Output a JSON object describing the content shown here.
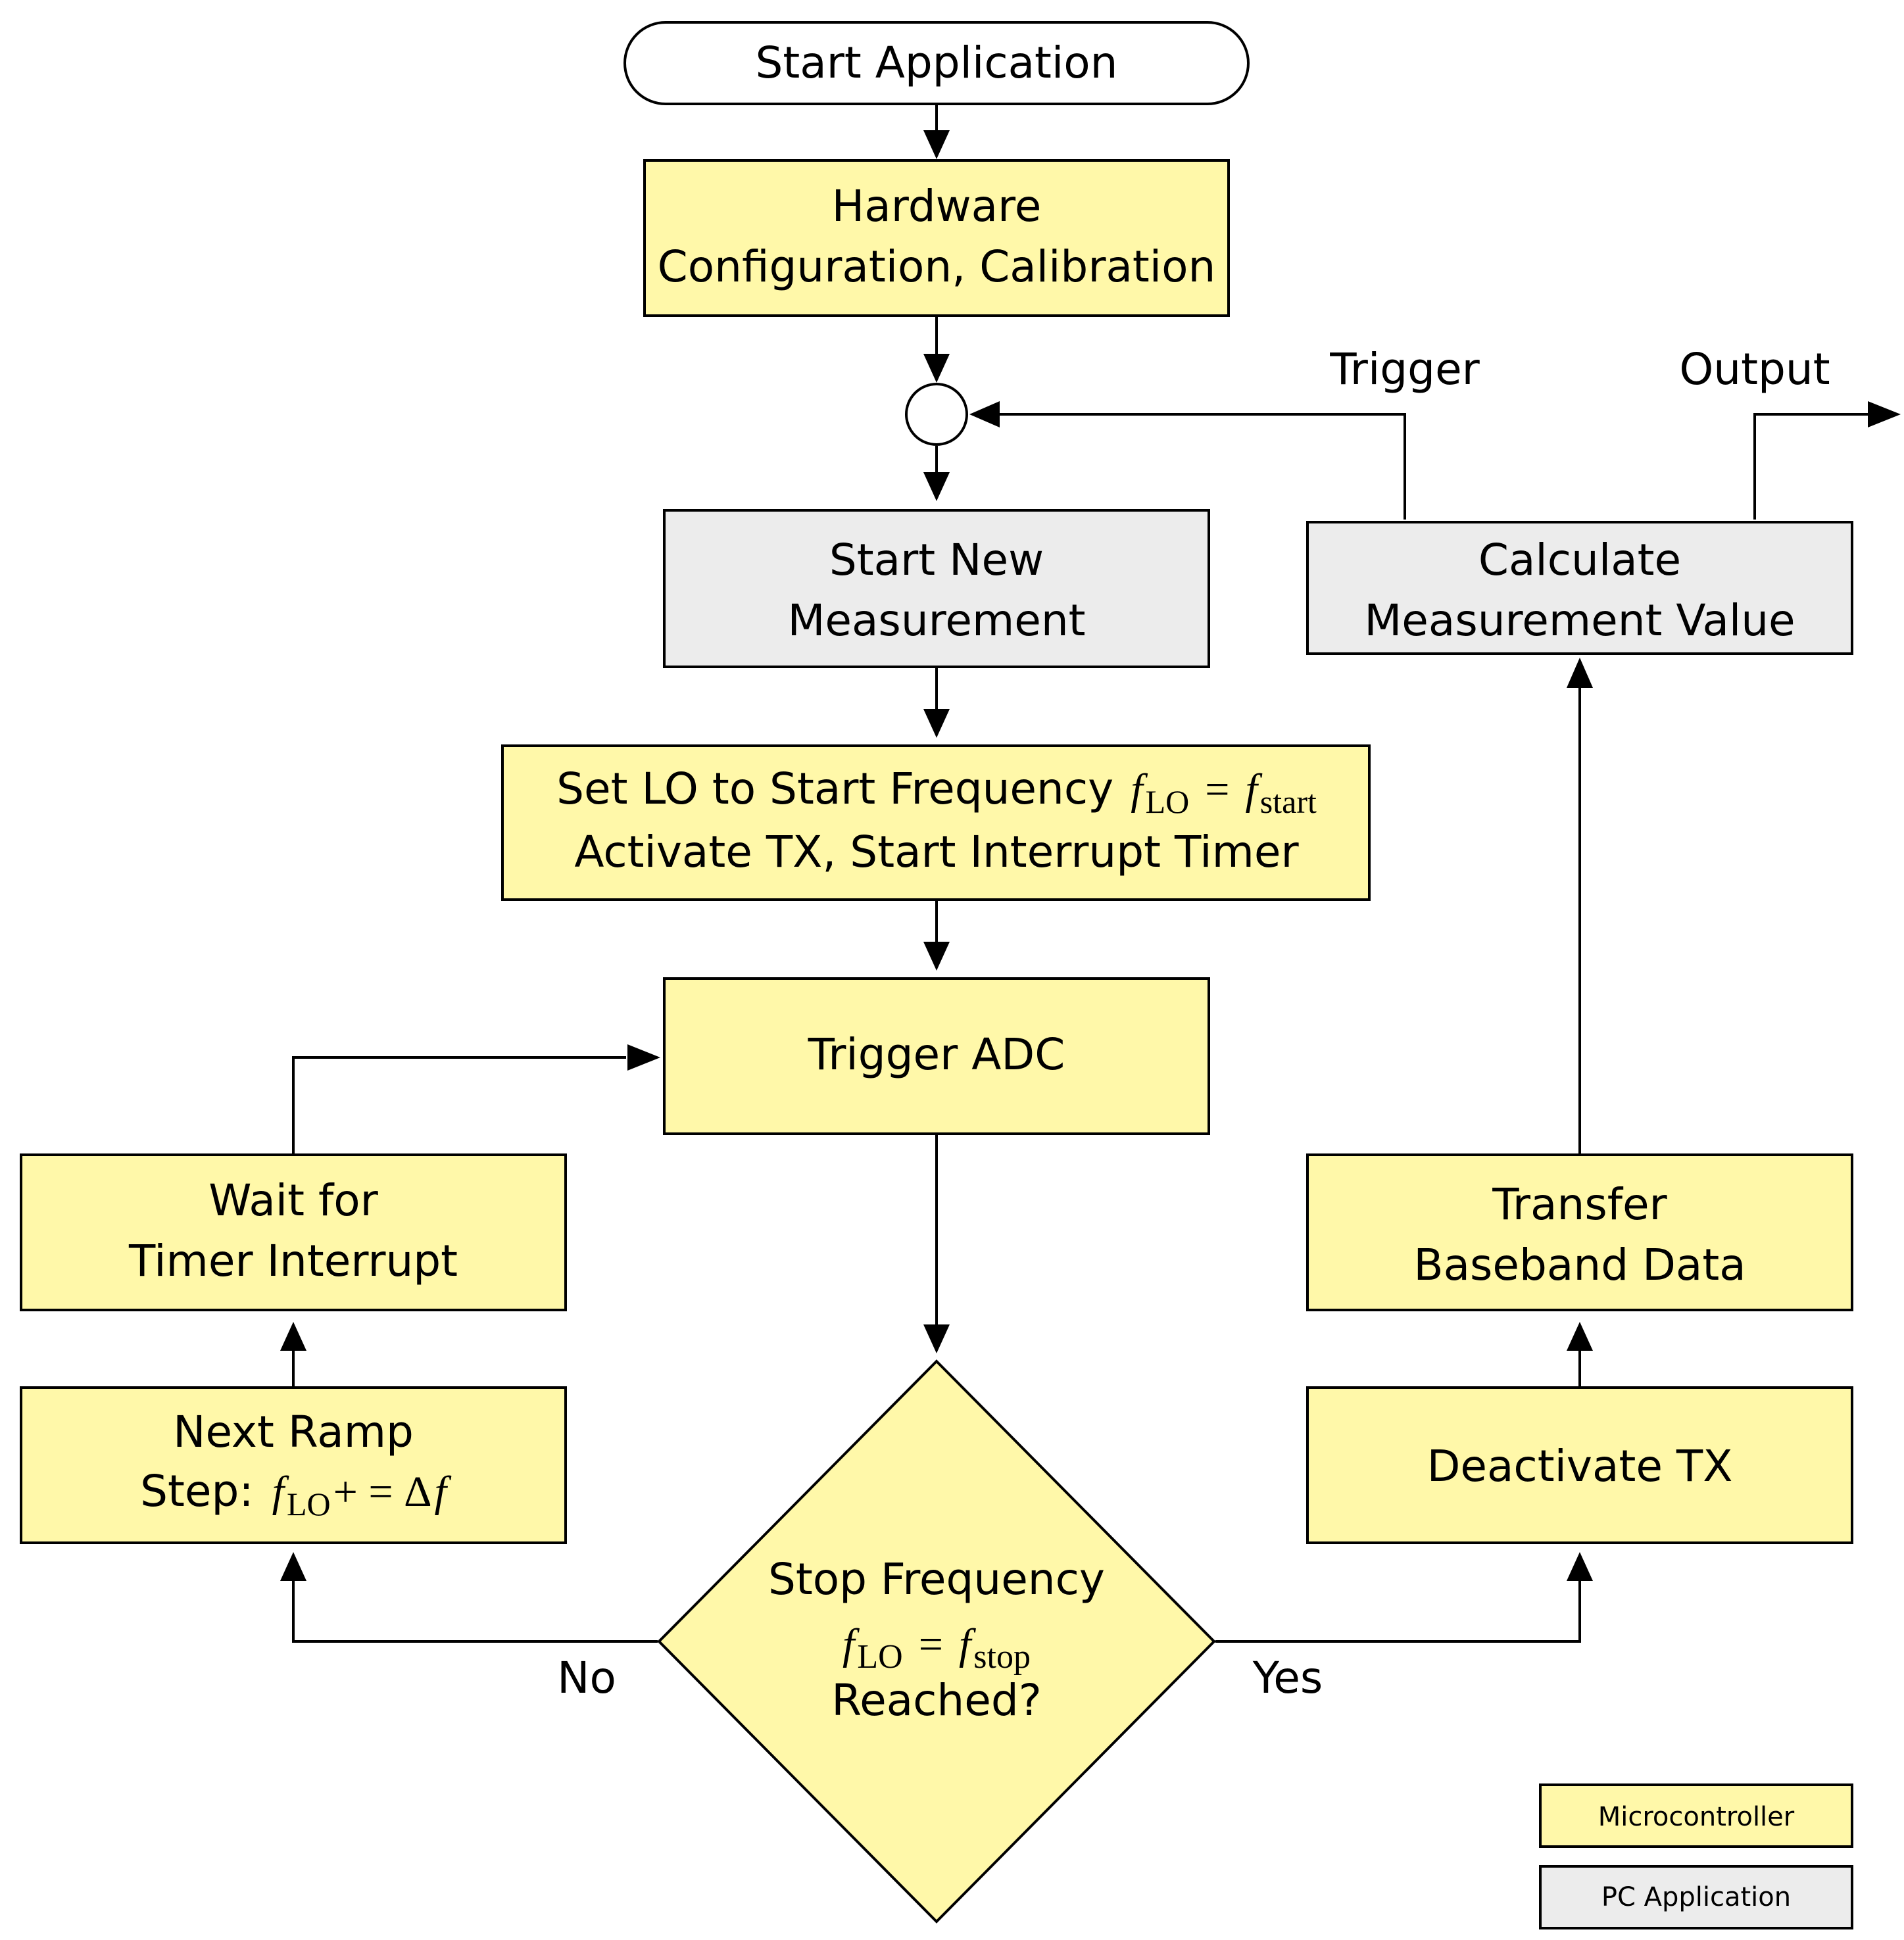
{
  "nodes": {
    "start": {
      "text": "Start Application"
    },
    "hw_config": {
      "line1": "Hardware",
      "line2": "Configuration, Calibration"
    },
    "start_measurement": {
      "line1": "Start New",
      "line2": "Measurement"
    },
    "set_lo": {
      "line1_prefix": "Set LO to Start Frequency",
      "line1_math_f1": "f",
      "line1_math_sub1": "LO",
      "line1_math_eq": "=",
      "line1_math_f2": "f",
      "line1_math_sub2": "start",
      "line2": "Activate TX, Start Interrupt Timer"
    },
    "trigger_adc": {
      "text": "Trigger ADC"
    },
    "wait_timer": {
      "line1": "Wait for",
      "line2": "Timer Interrupt"
    },
    "next_ramp": {
      "line1": "Next Ramp",
      "line2_prefix": "Step:",
      "math_f": "f",
      "math_sub": "LO",
      "math_op": "+ = Δ",
      "math_f2": "f"
    },
    "decision": {
      "line1": "Stop Frequency",
      "math_f1": "f",
      "math_sub1": "LO",
      "math_eq": "=",
      "math_f2": "f",
      "math_sub2": "stop",
      "line3": "Reached?"
    },
    "deactivate_tx": {
      "text": "Deactivate TX"
    },
    "transfer": {
      "line1": "Transfer",
      "line2": "Baseband Data"
    },
    "calculate": {
      "line1": "Calculate",
      "line2": "Measurement Value"
    }
  },
  "edge_labels": {
    "no": "No",
    "yes": "Yes",
    "trigger": "Trigger",
    "output": "Output"
  },
  "legend": {
    "microcontroller": "Microcontroller",
    "pc_application": "PC Application"
  },
  "colors": {
    "microcontroller": "#fff8a9",
    "pc_application": "#ececec",
    "stroke": "#000000"
  }
}
